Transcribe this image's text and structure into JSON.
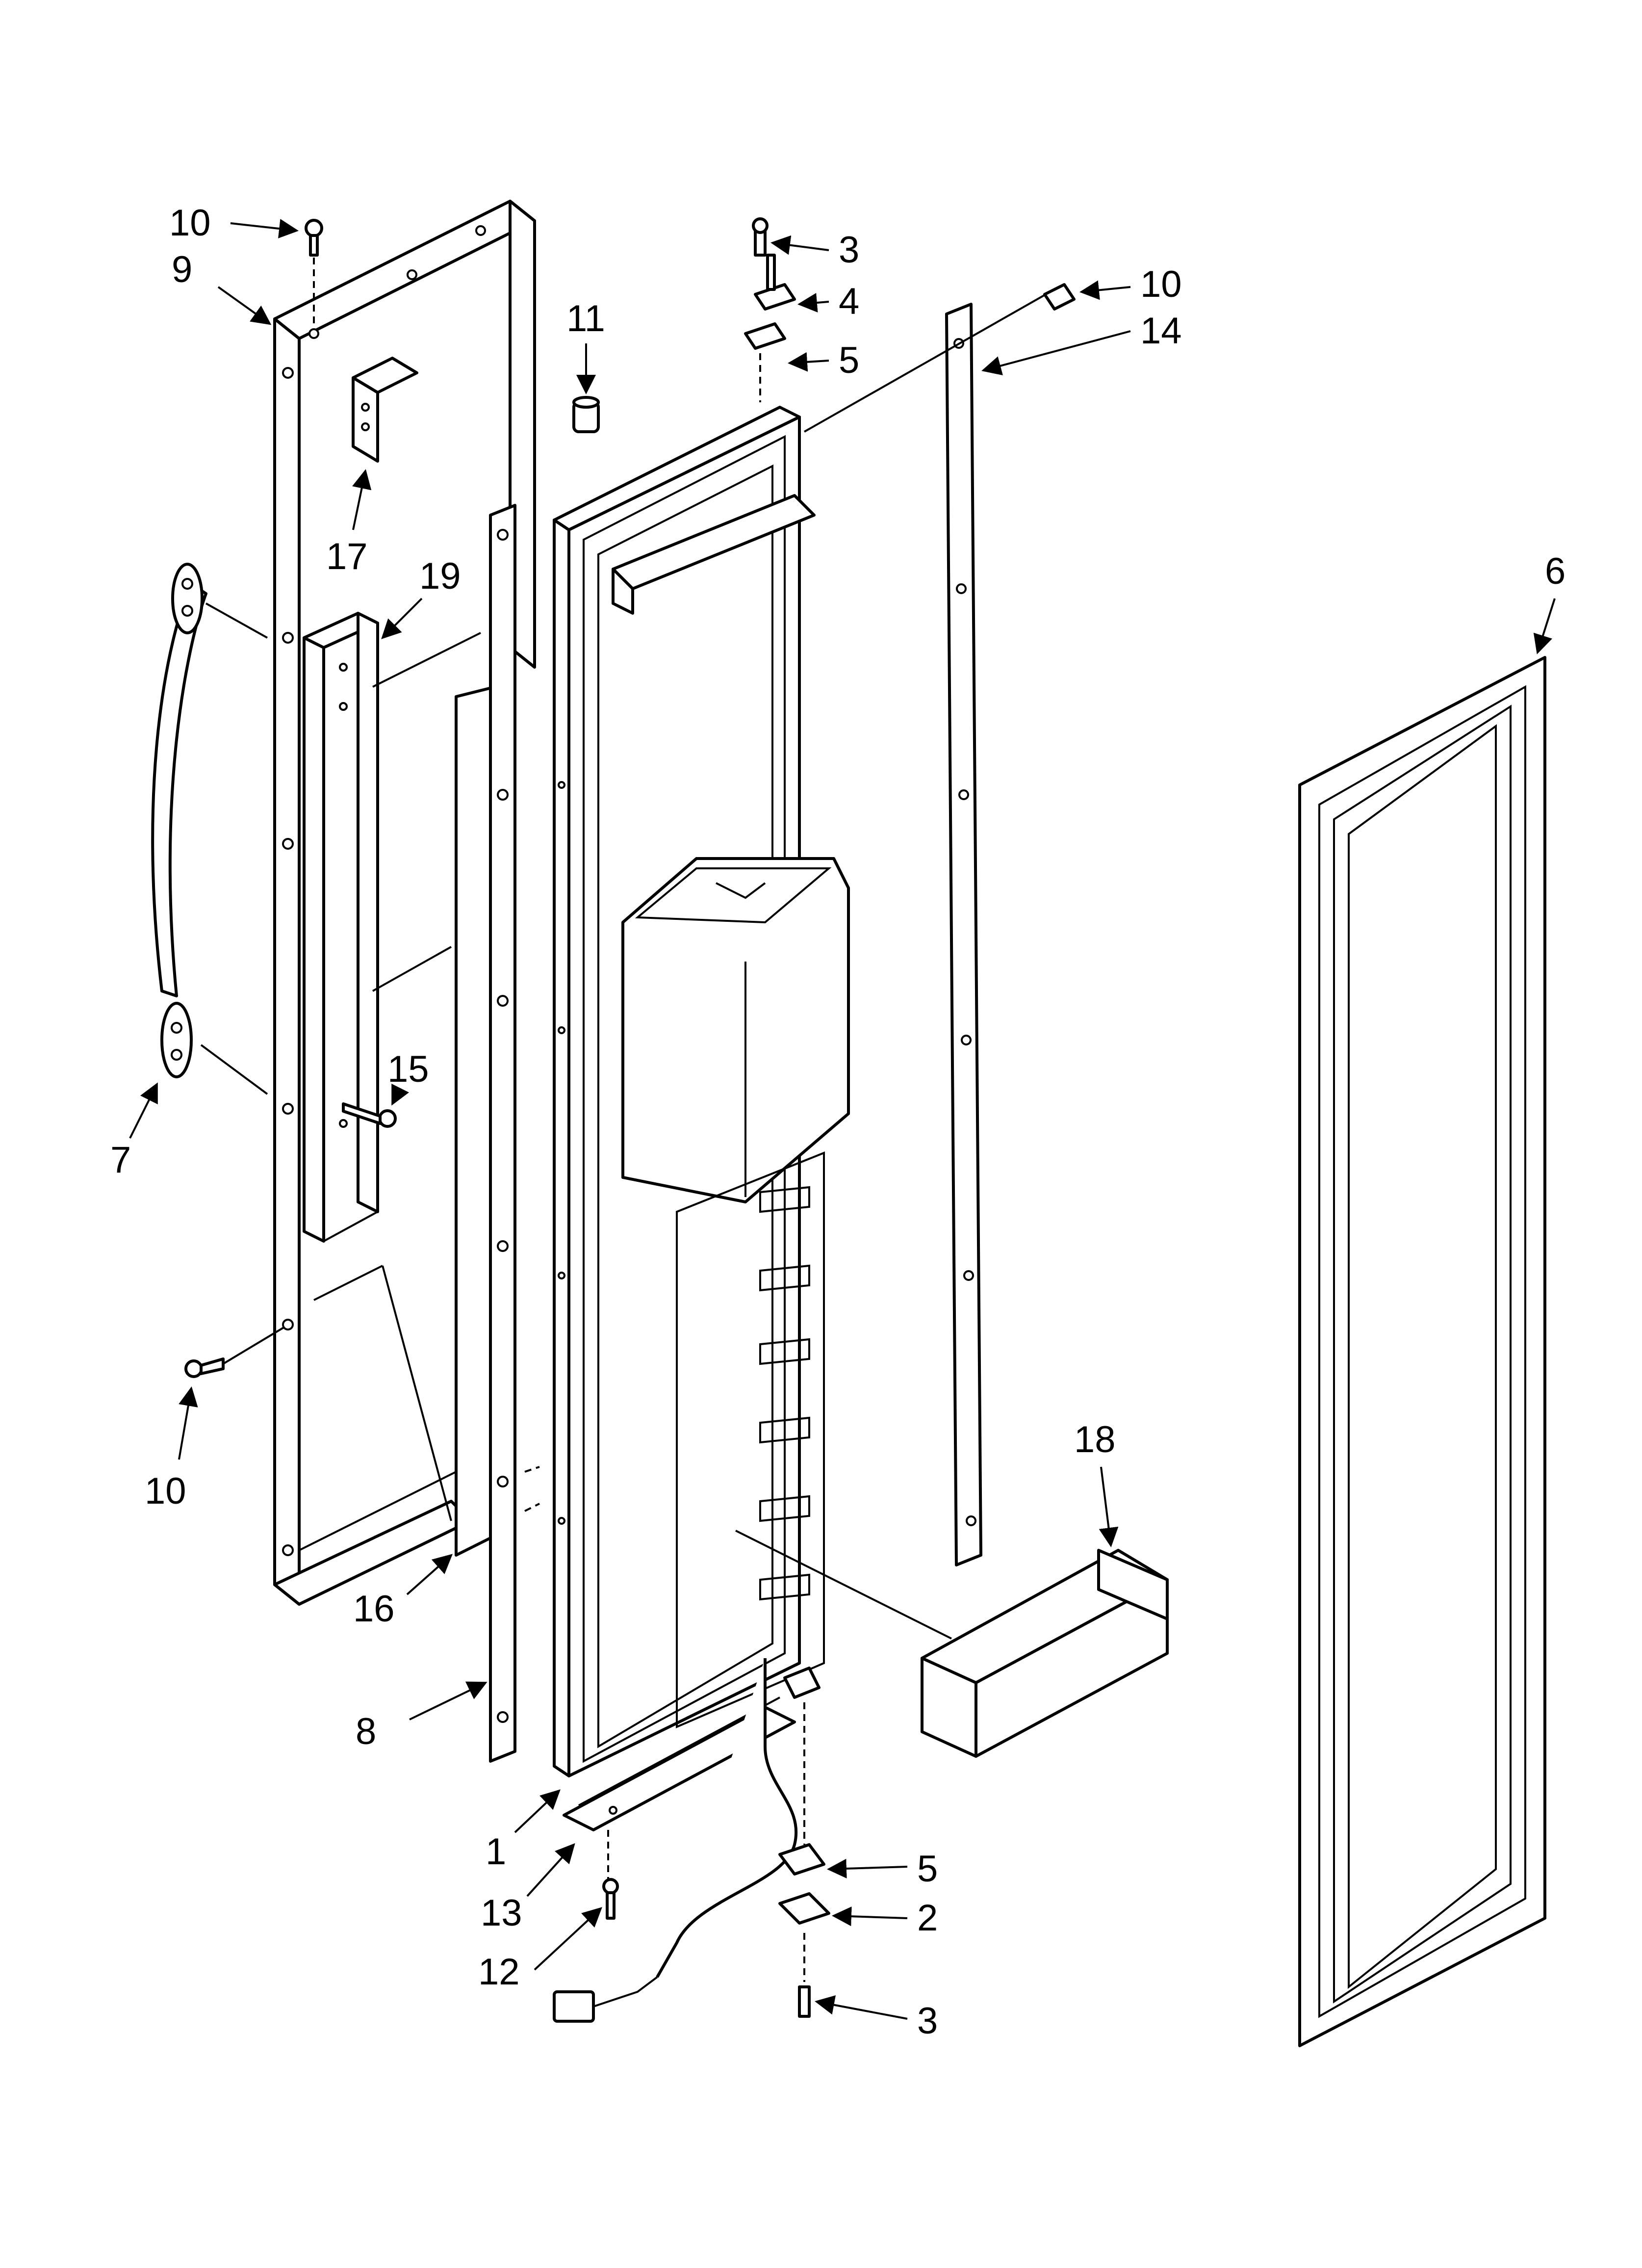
{
  "diagram": {
    "callouts": [
      {
        "id": "c10a",
        "text": "10"
      },
      {
        "id": "c9",
        "text": "9"
      },
      {
        "id": "c17",
        "text": "17"
      },
      {
        "id": "c19",
        "text": "19"
      },
      {
        "id": "c7",
        "text": "7"
      },
      {
        "id": "c15",
        "text": "15"
      },
      {
        "id": "c10b",
        "text": "10"
      },
      {
        "id": "c16",
        "text": "16"
      },
      {
        "id": "c8",
        "text": "8"
      },
      {
        "id": "c11",
        "text": "11"
      },
      {
        "id": "c3a",
        "text": "3"
      },
      {
        "id": "c4",
        "text": "4"
      },
      {
        "id": "c5a",
        "text": "5"
      },
      {
        "id": "c10c",
        "text": "10"
      },
      {
        "id": "c14",
        "text": "14"
      },
      {
        "id": "c6",
        "text": "6"
      },
      {
        "id": "c18",
        "text": "18"
      },
      {
        "id": "c1",
        "text": "1"
      },
      {
        "id": "c13",
        "text": "13"
      },
      {
        "id": "c12",
        "text": "12"
      },
      {
        "id": "c5b",
        "text": "5"
      },
      {
        "id": "c2",
        "text": "2"
      },
      {
        "id": "c3b",
        "text": "3"
      }
    ]
  }
}
